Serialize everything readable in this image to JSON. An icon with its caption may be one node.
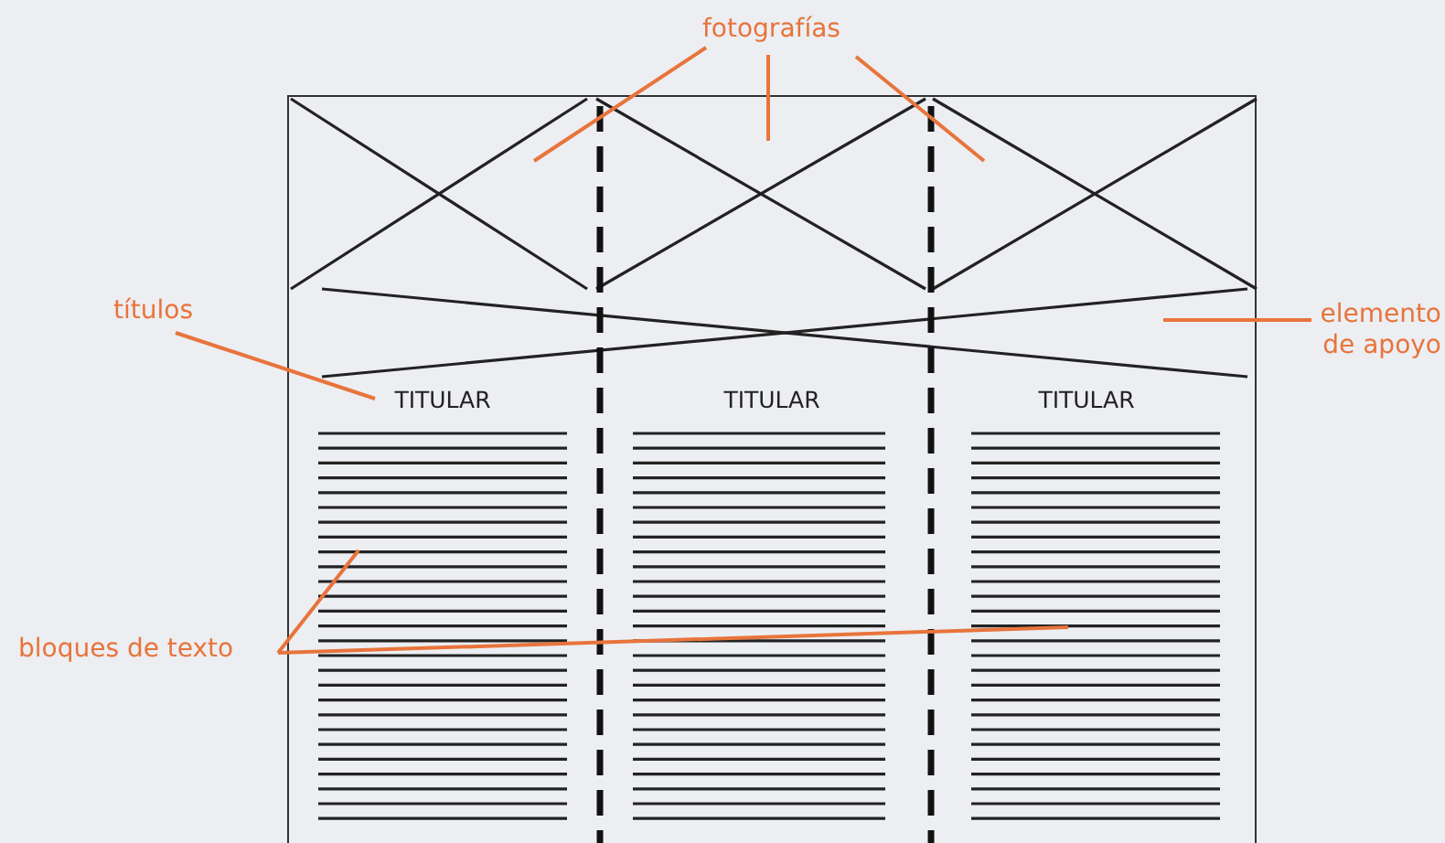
{
  "diagram": {
    "nodes": [
      {
        "text": [
          "fotografías"
        ]
      },
      {
        "text": [],
        "shape": "box"
      },
      {
        "text": [],
        "shape": "cross",
        "in": 1
      },
      {
        "text": [],
        "shape": "cross",
        "in": 1
      },
      {
        "text": [],
        "shape": "cross",
        "in": 1
      },
      {
        "text": [
          "títulos"
        ]
      },
      {
        "text": [
          "elemento de apoyo"
        ]
      },
      {
        "text": [],
        "shape": "cross",
        "in": 1
      },
      {
        "text": [
          "TITULAR"
        ],
        "in": 1
      },
      {
        "text": [
          "TITULAR"
        ],
        "in": 1
      },
      {
        "text": [
          "TITULAR"
        ],
        "in": 1
      },
      {
        "text": [],
        "shape": "lines",
        "in": 1
      },
      {
        "text": [],
        "shape": "lines",
        "in": 1
      },
      {
        "text": [],
        "shape": "lines",
        "in": 1
      },
      {
        "text": [
          "bloques de texto"
        ]
      }
    ],
    "edges": [
      {
        "from": 0,
        "to": 2,
        "arrow": "none"
      },
      {
        "from": 0,
        "to": 3,
        "arrow": "none"
      },
      {
        "from": 0,
        "to": 4,
        "arrow": "none"
      },
      {
        "from": 5,
        "to": 8,
        "arrow": "none"
      },
      {
        "from": 6,
        "to": 7,
        "arrow": "none"
      },
      {
        "from": 14,
        "to": 11,
        "arrow": "none"
      },
      {
        "from": 14,
        "to": 13,
        "arrow": "none"
      }
    ]
  }
}
